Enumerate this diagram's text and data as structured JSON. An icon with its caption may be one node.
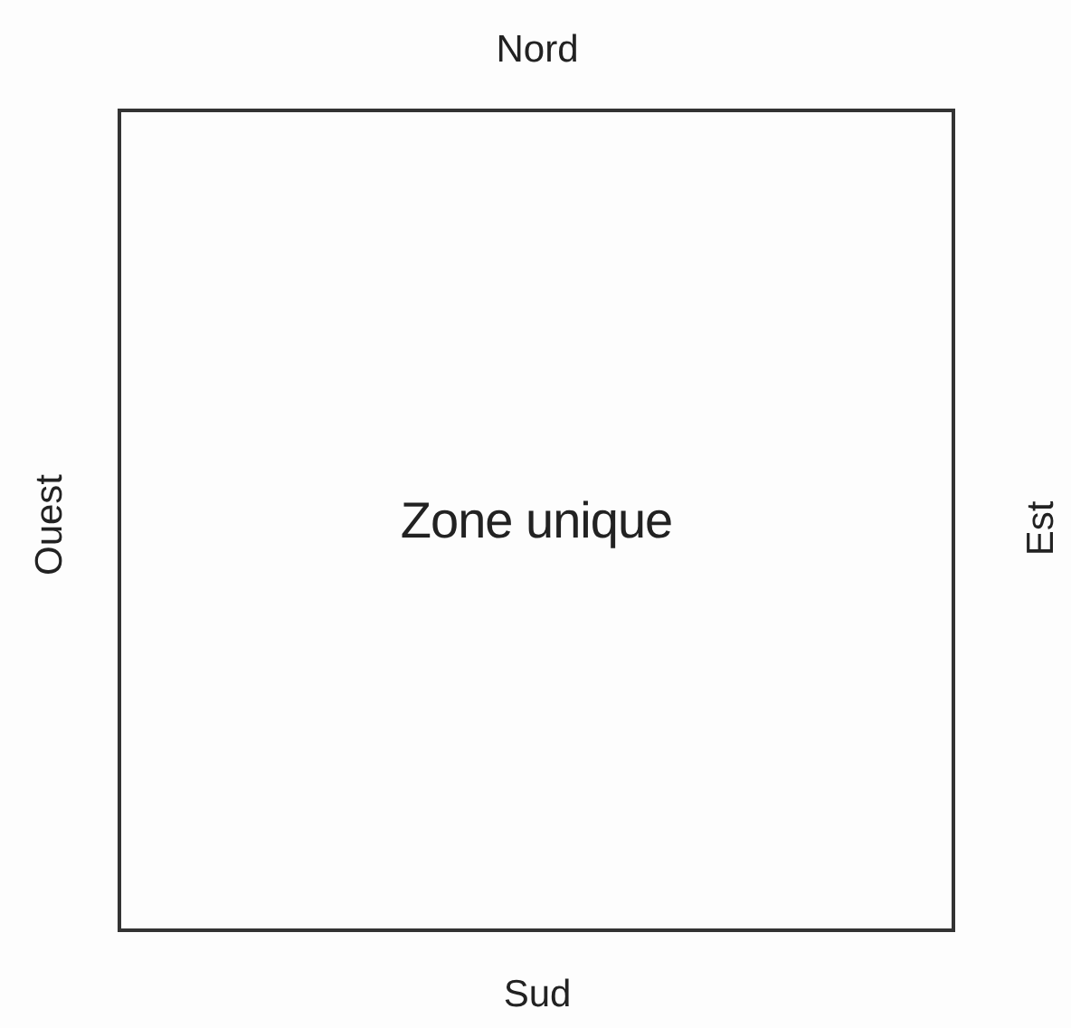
{
  "diagram": {
    "nodes": [
      {
        "text": [
          "Zone unique"
        ]
      }
    ],
    "labels": [
      "Nord",
      "Ouest",
      "Est",
      "Sud"
    ]
  }
}
